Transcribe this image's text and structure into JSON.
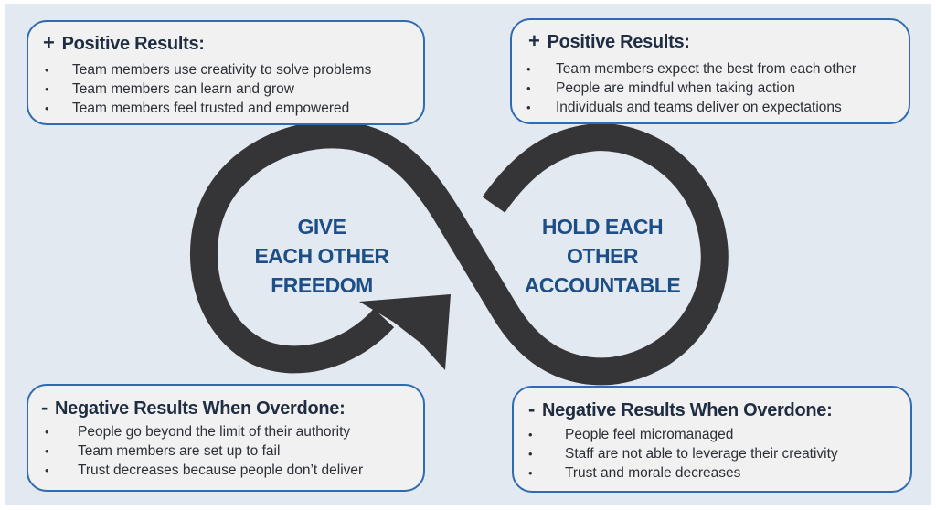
{
  "diagram": {
    "type": "infinity-loop",
    "left_loop_label": [
      "GIVE",
      "EACH OTHER",
      "FREEDOM"
    ],
    "right_loop_label": [
      "HOLD EACH",
      "OTHER",
      "ACCOUNTABLE"
    ],
    "colors": {
      "background": "#e2e9f1",
      "loop": "#353436",
      "label_text": "#1e4e86",
      "box_border": "#2f6bb0",
      "box_fill": "#f1f1f1",
      "title_text": "#1f2d42"
    }
  },
  "boxes": {
    "top_left": {
      "sign": "+",
      "title": "Positive Results:",
      "items": [
        "Team members use creativity to solve problems",
        "Team members can learn and grow",
        "Team members feel trusted and empowered"
      ]
    },
    "top_right": {
      "sign": "+",
      "title": "Positive Results:",
      "items": [
        "Team members expect the best from each other",
        "People are mindful when taking action",
        "Individuals and teams deliver on expectations"
      ]
    },
    "bottom_left": {
      "sign": "-",
      "title": "Negative Results When Overdone:",
      "items": [
        "People go beyond the limit of their authority",
        "Team members are set up to fail",
        "Trust decreases because people don’t deliver"
      ]
    },
    "bottom_right": {
      "sign": "-",
      "title": "Negative Results When Overdone:",
      "items": [
        "People feel micromanaged",
        "Staff are not able to leverage their creativity",
        "Trust and morale decreases"
      ]
    },
    "bullet": "•"
  }
}
